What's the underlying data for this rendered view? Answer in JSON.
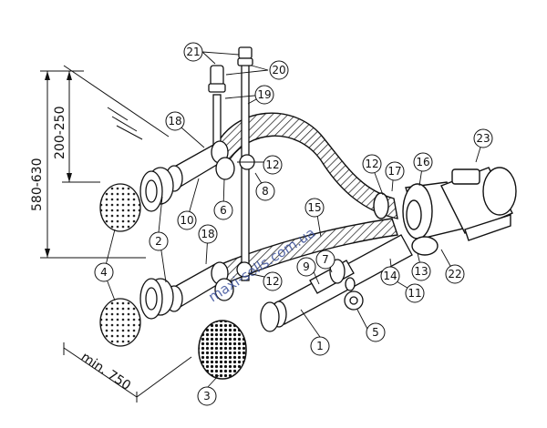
{
  "dimensions": {
    "total_depth": "580-630",
    "water_depth": "200-250",
    "min_distance": "min. 750"
  },
  "watermark": "maxi-sells.com.ua",
  "callouts": [
    "1",
    "2",
    "3",
    "4",
    "5",
    "6",
    "7",
    "8",
    "9",
    "10",
    "11",
    "12",
    "12",
    "12",
    "13",
    "14",
    "15",
    "16",
    "17",
    "18",
    "18",
    "19",
    "20",
    "21",
    "22",
    "23"
  ]
}
